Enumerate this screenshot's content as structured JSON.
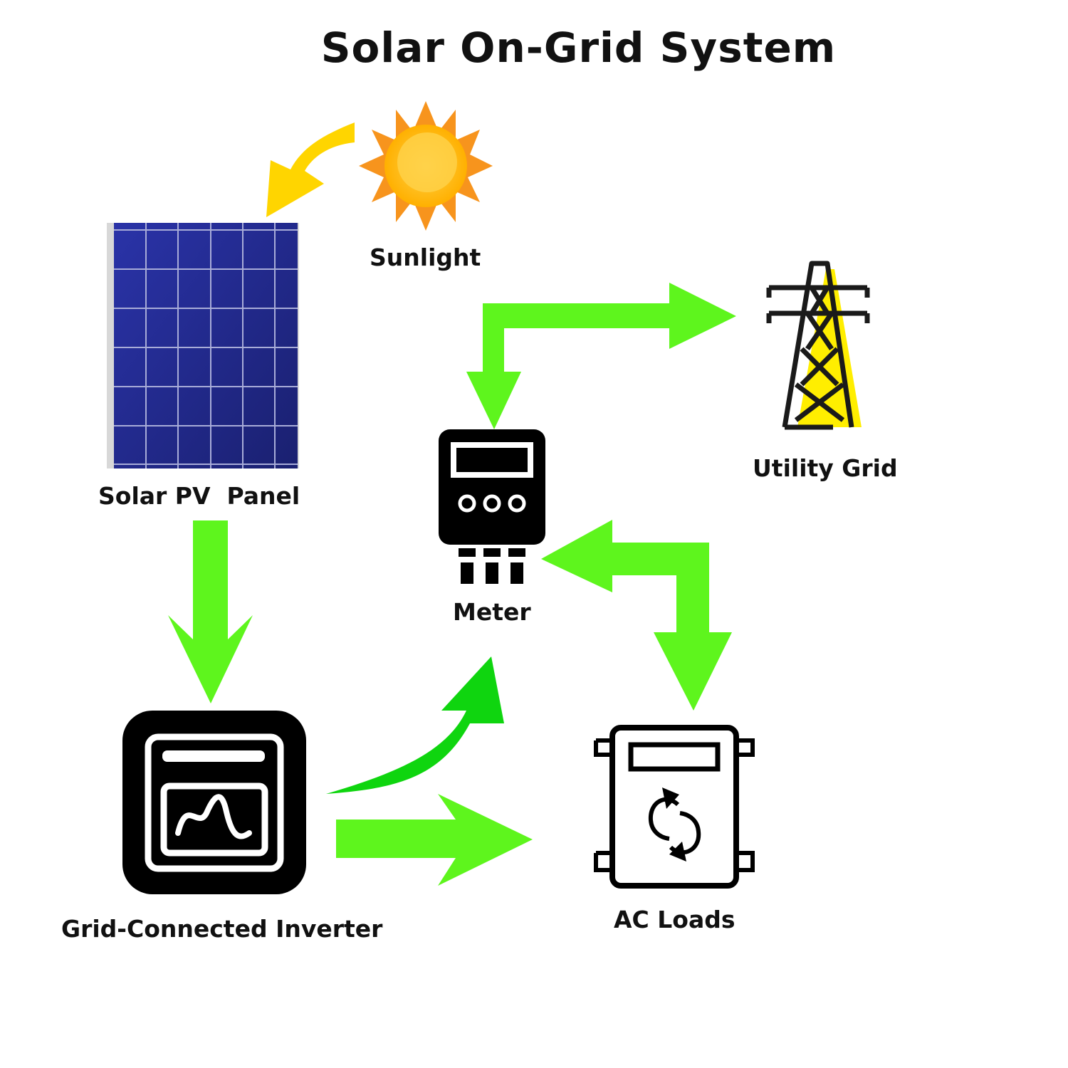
{
  "title": "Solar On-Grid System",
  "nodes": {
    "sunlight": "Sunlight",
    "panel": "Solar PV  Panel",
    "grid": "Utility Grid",
    "meter": "Meter",
    "inverter": "Grid-Connected Inverter",
    "loads": "AC Loads"
  },
  "colors": {
    "flow_arrow": "#5ef51d",
    "export_arrow": "#0fd50f",
    "sun_arrow": "#ffd500",
    "sun_core": "#ffc21a",
    "sun_rays": "#f7941d",
    "panel_cell": "#242c94",
    "tower_highlight": "#ffee00",
    "icon": "#000000"
  }
}
